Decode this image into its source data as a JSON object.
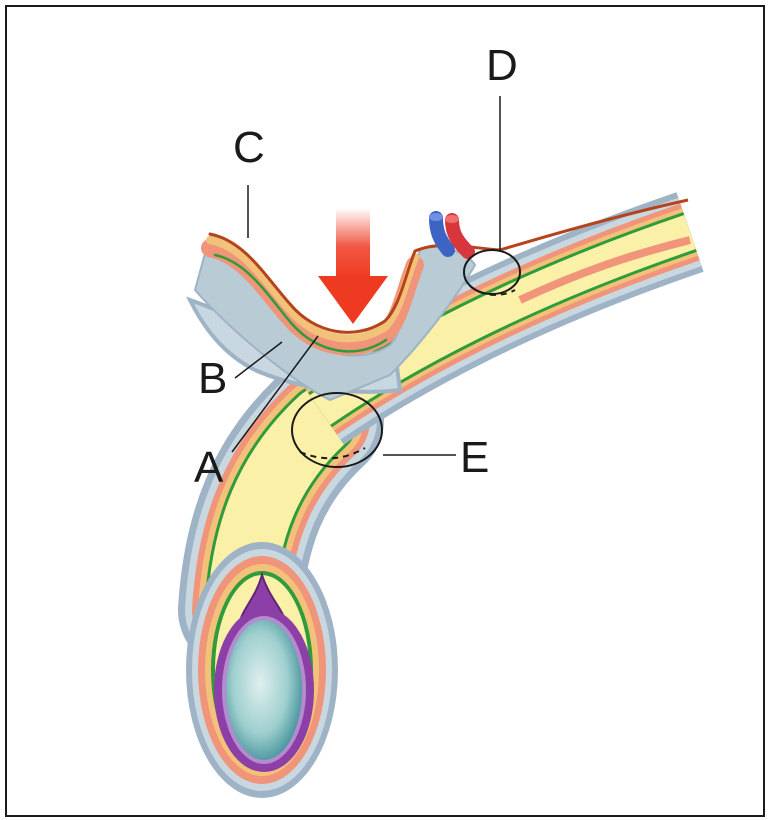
{
  "labels": {
    "a": "A",
    "b": "B",
    "c": "C",
    "d": "D",
    "e": "E"
  },
  "colors": {
    "frame": "#1a1a1a",
    "outer_layer": "#9fb3c6",
    "connective_layer": "#c9d7e0",
    "muscle_layer": "#f0957a",
    "dartos_layer": "#f3c27a",
    "core_tissue": "#faf0a8",
    "process_line": "#2e9c3a",
    "vessel_red": "#d7363c",
    "vessel_blue": "#3d63c4",
    "testis_tunic": "#8c3fa6",
    "testis_body": "#9fcfcf",
    "arrow": "#ef3a22"
  }
}
